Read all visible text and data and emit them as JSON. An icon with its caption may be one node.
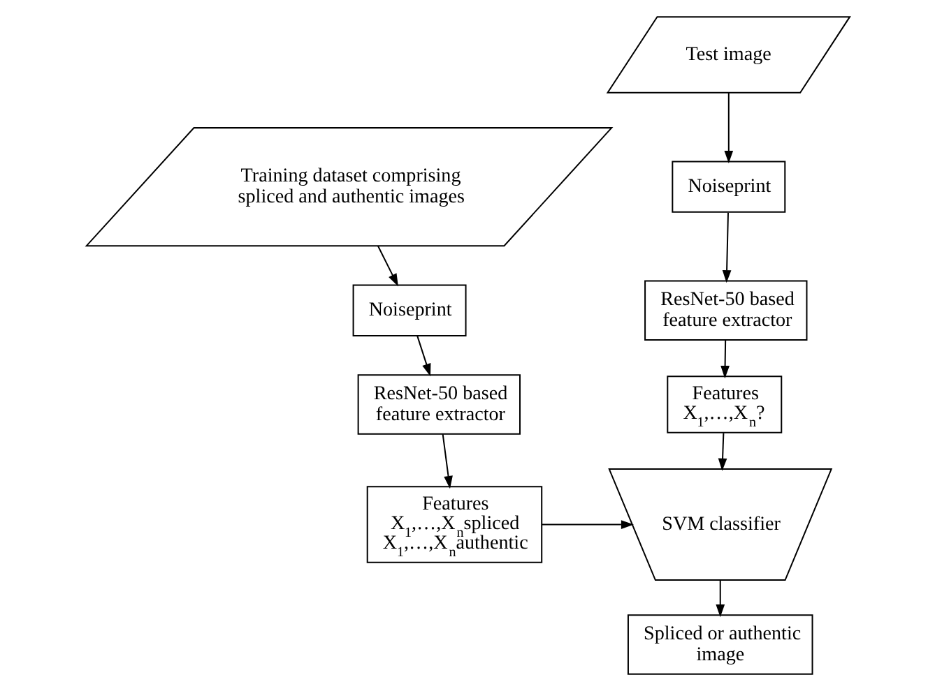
{
  "diagram": {
    "nodes": [
      {
        "text": [
          "Test image"
        ]
      },
      {
        "text": [
          "Noiseprint"
        ]
      },
      {
        "text": [
          "ResNet-50 based feature extractor"
        ]
      },
      {
        "text": [
          "Features",
          "X$_{1}$,…,X$_{n}$?"
        ]
      },
      {
        "text": [
          "SVM classifier"
        ]
      },
      {
        "text": [
          "Spliced or authentic image"
        ]
      },
      {
        "text": [
          "Training dataset comprising spliced and authentic images"
        ]
      },
      {
        "text": [
          "Noiseprint"
        ]
      },
      {
        "text": [
          "ResNet-50 based feature extractor"
        ]
      },
      {
        "text": [
          "Features",
          "X$_{1}$,…,X$_{n}$spliced",
          "X$_{1}$,…,X$_{n}$authentic"
        ]
      }
    ],
    "edges": [
      {
        "from": 0,
        "to": 1,
        "arrow": "to"
      },
      {
        "from": 1,
        "to": 2,
        "arrow": "to"
      },
      {
        "from": 2,
        "to": 3,
        "arrow": "to"
      },
      {
        "from": 3,
        "to": 4,
        "arrow": "to"
      },
      {
        "from": 4,
        "to": 5,
        "arrow": "to"
      },
      {
        "from": 6,
        "to": 7,
        "arrow": "to"
      },
      {
        "from": 7,
        "to": 8,
        "arrow": "to"
      },
      {
        "from": 8,
        "to": 9,
        "arrow": "to"
      },
      {
        "from": 9,
        "to": 4,
        "arrow": "to"
      }
    ]
  }
}
